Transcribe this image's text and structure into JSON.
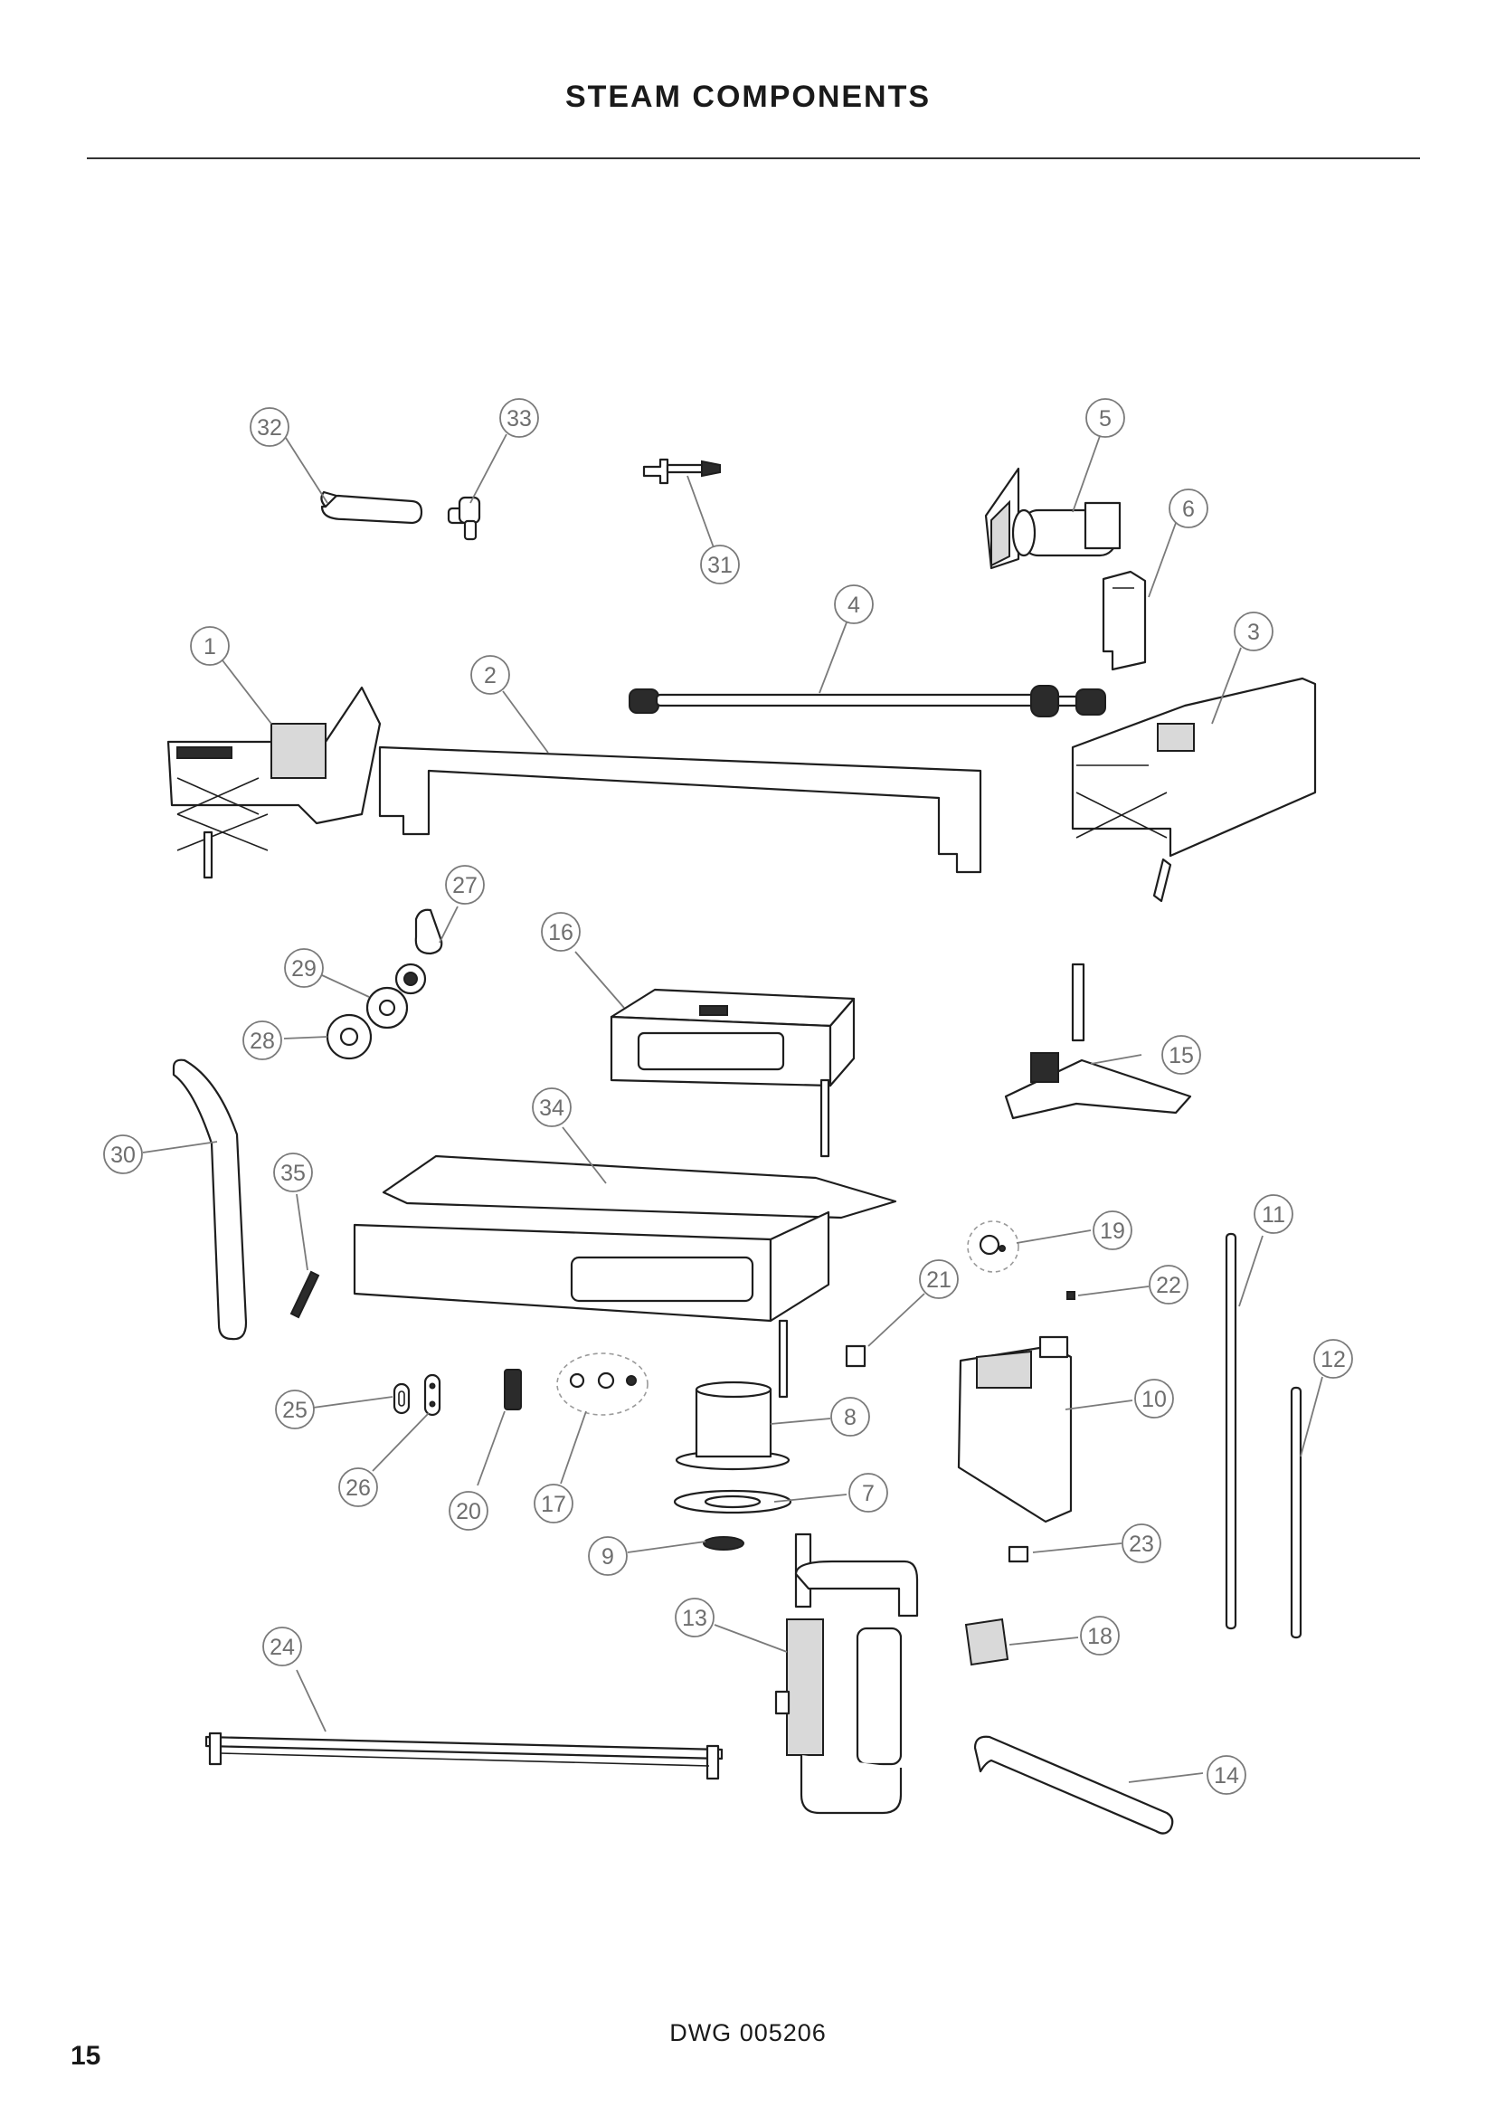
{
  "header": {
    "title": "STEAM COMPONENTS"
  },
  "footer": {
    "drawing_number": "DWG 005206",
    "page_number": "15"
  },
  "callouts": [
    "1",
    "2",
    "3",
    "4",
    "5",
    "6",
    "7",
    "8",
    "9",
    "10",
    "11",
    "12",
    "13",
    "14",
    "15",
    "16",
    "17",
    "18",
    "19",
    "20",
    "21",
    "22",
    "23",
    "24",
    "25",
    "26",
    "27",
    "28",
    "29",
    "30",
    "31",
    "32",
    "33",
    "34",
    "35"
  ],
  "colors": {
    "line": "#1e1e1e",
    "callout": "#7a7a7a",
    "background": "#ffffff"
  }
}
